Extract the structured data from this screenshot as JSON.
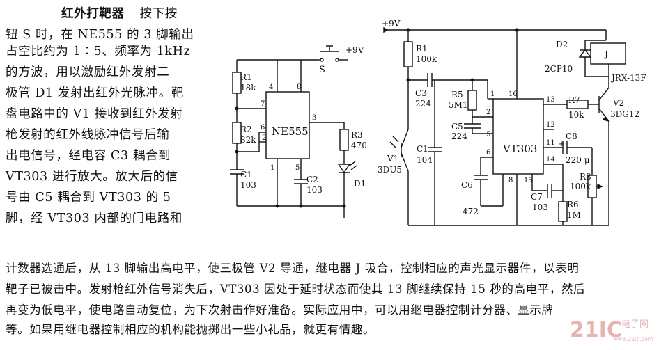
{
  "text": {
    "title": "红外打靶器",
    "column_lines": [
      "按下按",
      "钮 S 时，在 NE555 的 3 脚输出",
      "占空比约为 1∶5、频率为 1kHz",
      "的方波，用以激励红外发射二",
      "极管 D1 发射出红外光脉冲。靶",
      "盘电路中的 V1 接收到红外发射",
      "枪发射的红外线脉冲信号后输",
      "出电信号，经电容 C3 耦合到",
      "VT303 进行放大。放大后的信",
      "号由 C5 耦合到 VT303 的 5",
      "脚，经 VT303 内部的门电路和"
    ],
    "full_lines": [
      "计数器选通后，从 13 脚输出高电平，使三极管 V2 导通，继电器 J 吸合，控制相应的声光显示器件，以表明",
      "靶子已被击中。发射枪红外信号消失后，VT303 因处于延时状态而使其 13 脚继续保持 15 秒的高电平，然后",
      "再变为低电平，使电路自动复位，为下次射击作好准备。实际应用中，可以用继电器控制计分器、显示牌",
      "等。如果用继电器控制相应的机构能抛掷出一些小礼品，就更有情趣。"
    ]
  },
  "transmitter": {
    "r1": "R1",
    "r1_val": "18k",
    "r2": "R2",
    "r2_val": "82k",
    "c1": "C1",
    "c1_val": "103",
    "c2": "C2",
    "c2_val": "103",
    "r3": "R3",
    "r3_val": "470",
    "d1": "D1",
    "switch": "S",
    "supply": "+9V",
    "ic": "NE555",
    "pins": [
      "4",
      "8",
      "7",
      "6",
      "2",
      "3",
      "1",
      "5"
    ]
  },
  "receiver": {
    "supply": "+9V",
    "r1": "R1",
    "r1_val": "100k",
    "c3": "C3",
    "c3_val": "224",
    "r5": "R5",
    "r5_val": "5M1",
    "c5": "C5",
    "c5_val": "224",
    "v1": "V1",
    "v1_val": "3DU5",
    "c1": "C1",
    "c1_val": "104",
    "c6": "C6",
    "c6_val": "472",
    "c7": "C7",
    "c7_val": "103",
    "r6": "R6",
    "r6_val": "1M",
    "r7": "R7",
    "r7_val": "10k",
    "c8": "C8",
    "c8_val": "220 μ",
    "r8": "R8",
    "r8_val": "100k",
    "d2": "D2",
    "d2_val": "2CP10",
    "relay": "J",
    "relay_val": "JRX-13F",
    "v2": "V2",
    "v2_val": "3DG12",
    "ic": "VT303",
    "pins": [
      "1",
      "16",
      "2",
      "5",
      "6",
      "13",
      "12",
      "11",
      "14",
      "8",
      "15"
    ],
    "c8_polarity": "+"
  },
  "watermark": {
    "logo": "21IC",
    "cn": "电子网",
    "url": "www.21ic.com"
  },
  "colors": {
    "ink": "#111111",
    "watermark": "#e3a8a8"
  }
}
